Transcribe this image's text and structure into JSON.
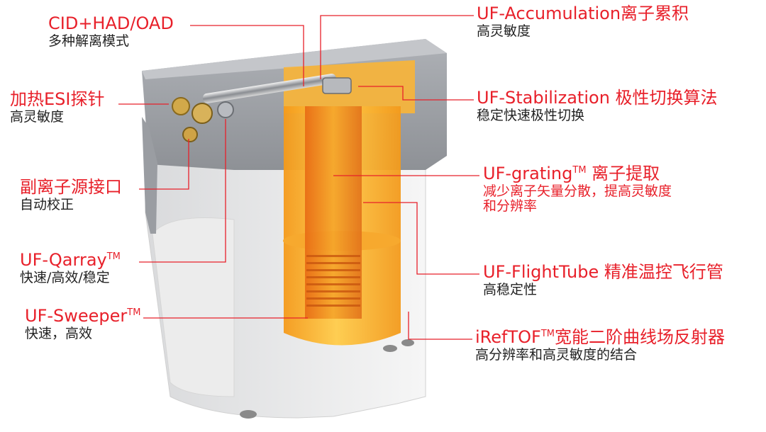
{
  "colors": {
    "label_red": "#e8202a",
    "leader_line": "#e8202a",
    "text_dark": "#222222",
    "cabinet_grey": "#8d9096",
    "cabinet_white": "#f4f4f4",
    "flight_tube_orange": "#f7941d"
  },
  "labels": {
    "cid": {
      "title": "CID+HAD/OAD",
      "sub": "多种解离模式"
    },
    "esi": {
      "title": "加热ESI探针",
      "sub": "高灵敏度"
    },
    "ion_source": {
      "title": "副离子源接口",
      "sub": "自动校正"
    },
    "qarray": {
      "title": "UF-Qarray",
      "tm": "TM",
      "sub": "快速/高效/稳定"
    },
    "sweeper": {
      "title": "UF-Sweeper",
      "tm": "TM",
      "sub": "快速，高效"
    },
    "accumulation": {
      "title": "UF-Accumulation离子累积",
      "sub": "高灵敏度"
    },
    "stabilization": {
      "title": "UF-Stabilization 极性切换算法",
      "sub": "稳定快速极性切换"
    },
    "grating": {
      "title": "UF-grating",
      "tm": "TM",
      "title_suffix": " 离子提取",
      "sub1": "减少离子矢量分散，提高灵敏度",
      "sub2": "和分辨率"
    },
    "flighttube": {
      "title": "UF-FlightTube 精准温控飞行管",
      "sub": "高稳定性"
    },
    "ireftof": {
      "title": "iRefTOF",
      "tm": "TM",
      "title_suffix": "宽能二阶曲线场反射器",
      "sub": "高分辨率和高灵敏度的结合"
    }
  }
}
